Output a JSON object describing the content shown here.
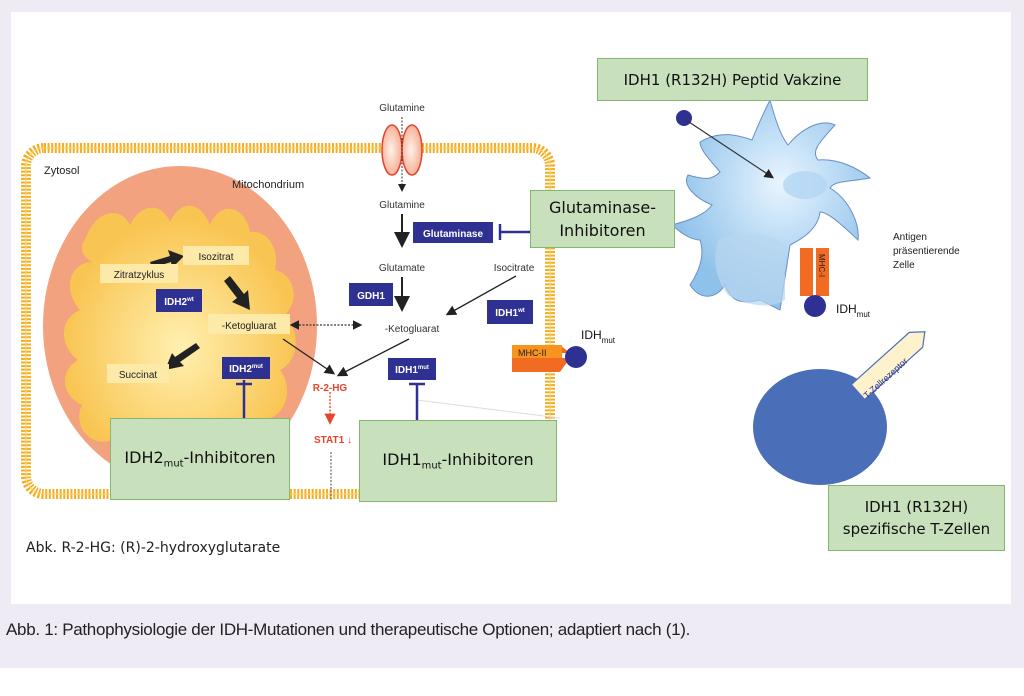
{
  "figure": {
    "caption": "Abb. 1: Pathophysiologie der IDH-Mutationen und therapeutische Optionen; adaptiert nach (1).",
    "abbreviation": "Abk. R-2-HG: (R)-2-hydroxyglutarate"
  },
  "cell": {
    "zytosol_label": "Zytosol",
    "mitochondrium_label": "Mitochondrium",
    "glutamine_outside": "Glutamine",
    "glutamine_inside": "Glutamine",
    "glutamate": "Glutamate",
    "isocitrate": "Isocitrate",
    "ketogluarat_cyto": "-Ketogluarat",
    "r2hg": "R-2-HG",
    "stat1": "STAT1 ↓",
    "mhc2": "MHC-II",
    "idh_mut_main": "IDH",
    "idh_mut_sub": "mut"
  },
  "mito": {
    "isozitrat": "Isozitrat",
    "zitratzyklus": "Zitratzyklus",
    "ketogluarat": "-Ketogluarat",
    "succinat": "Succinat"
  },
  "enzymes": {
    "idh2wt": {
      "main": "IDH2",
      "sup": "wt"
    },
    "idh2mut": {
      "main": "IDH2",
      "sup": "mut"
    },
    "glutaminase": "Glutaminase",
    "gdh1": "GDH1",
    "idh1wt": {
      "main": "IDH1",
      "sup": "wt"
    },
    "idh1mut": {
      "main": "IDH1",
      "sup": "mut"
    }
  },
  "therapies": {
    "idh2_inhib": {
      "main": "IDH2",
      "sub": "mut",
      "rest": "-Inhibitoren"
    },
    "idh1_inhib": {
      "main": "IDH1",
      "sub": "mut",
      "rest": "-Inhibitoren"
    },
    "glutaminase_inhib_line1": "Glutaminase-",
    "glutaminase_inhib_line2": "Inhibitoren",
    "vaccine": "IDH1 (R132H) Peptid Vakzine",
    "tcells_line1": "IDH1 (R132H)",
    "tcells_line2": "spezifische T-Zellen"
  },
  "apc": {
    "label_line1": "Antigen",
    "label_line2": "präsentierende",
    "label_line3": "Zelle",
    "mhc1": "MHC-I",
    "idh_main": "IDH",
    "idh_sub": "mut",
    "tcr": "T-Zellrezeptor"
  },
  "colors": {
    "enzyme_box": "#2e3192",
    "therapy_box": "#c8e0bb",
    "membrane": "#f7b733",
    "mito_outer": "#f2a27e",
    "mito_inner": "#fcd27a",
    "red_text": "#e8442a",
    "apc": "#9cc9ec",
    "tcell": "#4a6fb8"
  }
}
